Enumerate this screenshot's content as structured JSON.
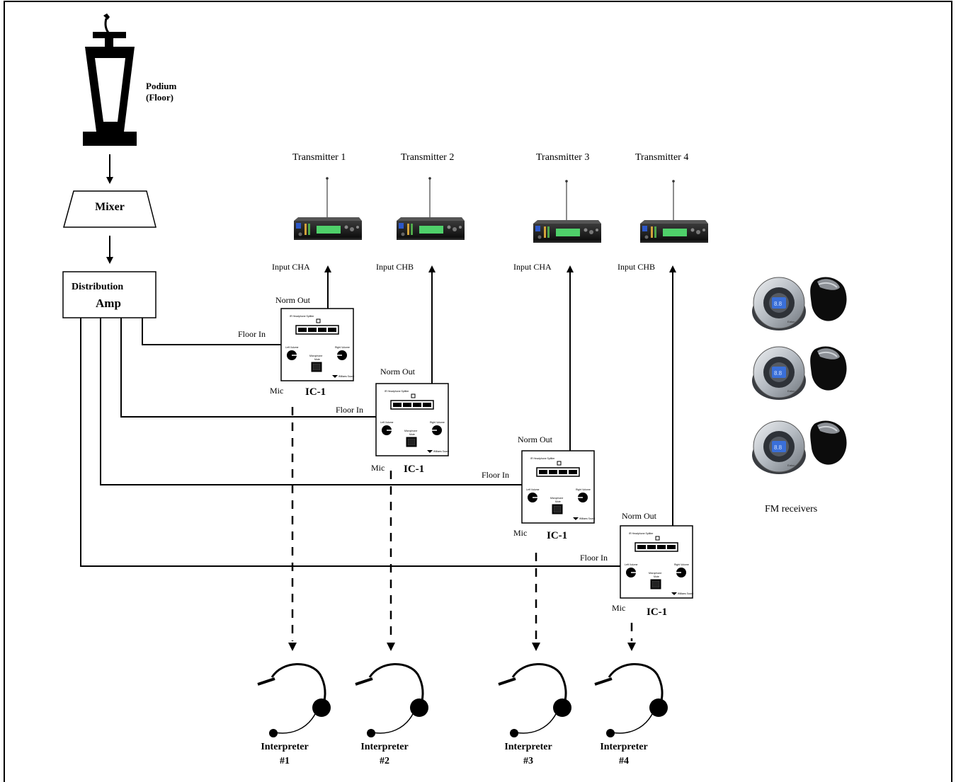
{
  "podium": {
    "line1": "Podium",
    "line2": "(Floor)"
  },
  "mixer": {
    "label": "Mixer"
  },
  "distribution": {
    "line1": "Distribution",
    "line2": "Amp"
  },
  "transmitters": [
    {
      "label": "Transmitter 1",
      "input": "Input CHA"
    },
    {
      "label": "Transmitter 2",
      "input": "Input CHB"
    },
    {
      "label": "Transmitter 3",
      "input": "Input CHA"
    },
    {
      "label": "Transmitter 4",
      "input": "Input CHB"
    }
  ],
  "ic_units": [
    {
      "label": "IC-1",
      "norm_out": "Norm Out",
      "floor_in": "Floor In",
      "mic": "Mic"
    },
    {
      "label": "IC-1",
      "norm_out": "Norm Out",
      "floor_in": "Floor In",
      "mic": "Mic"
    },
    {
      "label": "IC-1",
      "norm_out": "Norm Out",
      "floor_in": "Floor In",
      "mic": "Mic"
    },
    {
      "label": "IC-1",
      "norm_out": "Norm Out",
      "floor_in": "Floor In",
      "mic": "Mic"
    }
  ],
  "interpreters": [
    {
      "line1": "Interpreter",
      "line2": "#1"
    },
    {
      "line1": "Interpreter",
      "line2": "#2"
    },
    {
      "line1": "Interpreter",
      "line2": "#3"
    },
    {
      "line1": "Interpreter",
      "line2": "#4"
    }
  ],
  "fm_receivers": {
    "label": "FM receivers"
  },
  "icons": [
    "podium-icon",
    "transmitter-icon",
    "ic-1-panel-icon",
    "headset-icon",
    "fm-receiver-icon"
  ],
  "colors": {
    "line": "#000000",
    "transmitter_body": "#1a1a1a",
    "transmitter_display": "#4fd06a",
    "receiver_body": "#b9bec4",
    "receiver_screen": "#3a6fd8"
  }
}
